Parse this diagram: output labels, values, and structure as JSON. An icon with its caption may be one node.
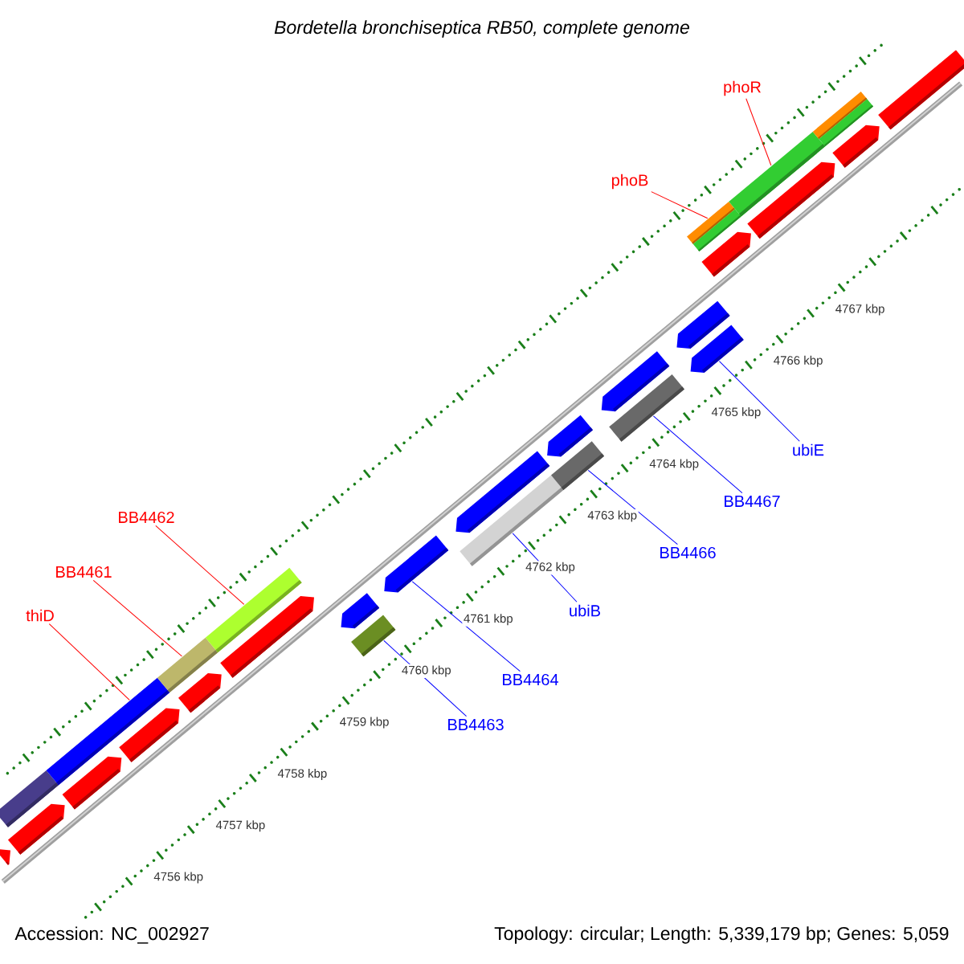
{
  "diagram": {
    "title": "Bordetella bronchiseptica RB50, complete genome",
    "nodes": [
      {
        "text": [
          "phoR"
        ]
      },
      {
        "text": [
          "phoB"
        ]
      },
      {
        "text": [
          "BB4462"
        ]
      },
      {
        "text": [
          "BB4461"
        ]
      },
      {
        "text": [
          "thiD"
        ]
      },
      {
        "text": [
          "ubiE"
        ]
      },
      {
        "text": [
          "BB4467"
        ]
      },
      {
        "text": [
          "BB4466"
        ]
      },
      {
        "text": [
          "ubiB"
        ]
      },
      {
        "text": [
          "BB4464"
        ]
      },
      {
        "text": [
          "BB4463"
        ]
      },
      {
        "text": [],
        "shape": "pentagon"
      },
      {
        "text": [],
        "shape": "pentagon"
      },
      {
        "text": [],
        "shape": "bar"
      },
      {
        "text": [],
        "shape": "pentagon"
      },
      {
        "text": [],
        "shape": "bar"
      },
      {
        "text": [],
        "shape": "pentagon"
      },
      {
        "text": [],
        "shape": "bar"
      },
      {
        "text": [],
        "shape": "pentagon"
      },
      {
        "text": [],
        "shape": "pentagon"
      },
      {
        "text": [],
        "shape": "bar"
      },
      {
        "text": [],
        "shape": "bar"
      },
      {
        "text": [],
        "shape": "pentagon"
      },
      {
        "text": [],
        "shape": "pentagon"
      },
      {
        "text": [],
        "shape": "bar"
      },
      {
        "text": [],
        "shape": "pentagon"
      },
      {
        "text": [],
        "shape": "bar"
      },
      {
        "text": [],
        "shape": "pentagon"
      },
      {
        "text": [],
        "shape": "bar"
      },
      {
        "text": [],
        "shape": "pentagon"
      },
      {
        "text": [],
        "shape": "pentagon"
      },
      {
        "text": [],
        "shape": "pentagon"
      },
      {
        "text": [],
        "shape": "pentagon"
      },
      {
        "text": [],
        "shape": "bar"
      },
      {
        "text": [],
        "shape": "bar"
      },
      {
        "text": [],
        "shape": "bar"
      },
      {
        "text": [],
        "shape": "pentagon"
      },
      {
        "text": [],
        "shape": "bar"
      },
      {
        "text": [],
        "shape": "bar"
      },
      {
        "text": [],
        "shape": "pentagon"
      },
      {
        "text": [],
        "shape": "bar"
      }
    ],
    "edges": [
      {
        "from": 0,
        "to": 35,
        "arrow": "none",
        "color": "#ff0000"
      },
      {
        "from": 1,
        "to": 33,
        "arrow": "none",
        "color": "#ff0000"
      },
      {
        "from": 2,
        "to": 20,
        "arrow": "none",
        "color": "#ff0000"
      },
      {
        "from": 3,
        "to": 17,
        "arrow": "none",
        "color": "#ff0000"
      },
      {
        "from": 4,
        "to": 15,
        "arrow": "none",
        "color": "#ff0000"
      },
      {
        "from": 5,
        "to": 30,
        "arrow": "none"
      },
      {
        "from": 6,
        "to": 28,
        "arrow": "none"
      },
      {
        "from": 7,
        "to": 26,
        "arrow": "none"
      },
      {
        "from": 8,
        "to": 24,
        "arrow": "none"
      },
      {
        "from": 9,
        "to": 23,
        "arrow": "none"
      },
      {
        "from": 10,
        "to": 21,
        "arrow": "none"
      }
    ],
    "labels": [
      "4756 kbp",
      "4757 kbp",
      "4758 kbp",
      "4759 kbp",
      "4760 kbp",
      "4761 kbp",
      "4762 kbp",
      "4763 kbp",
      "4764 kbp",
      "4765 kbp",
      "4766 kbp",
      "4767 kbp",
      "Accession: NC_002927",
      "Topology: circular; Length: 5,339,179 bp; Genes: 5,059"
    ]
  }
}
